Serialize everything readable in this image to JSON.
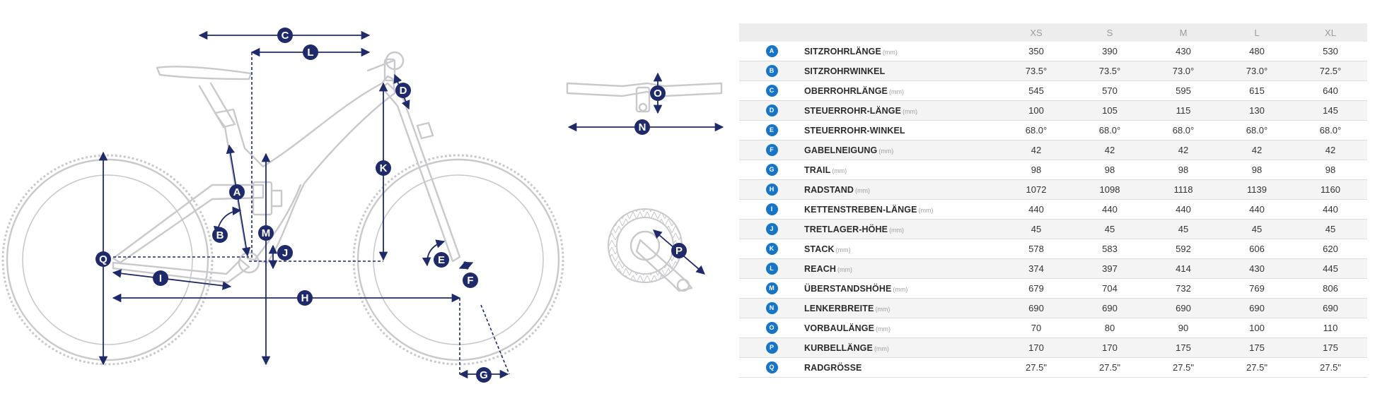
{
  "diagram": {
    "badges": [
      "A",
      "B",
      "C",
      "D",
      "E",
      "F",
      "G",
      "H",
      "I",
      "J",
      "K",
      "L",
      "M",
      "N",
      "O",
      "P",
      "Q"
    ]
  },
  "table": {
    "sizes": [
      "XS",
      "S",
      "M",
      "L",
      "XL"
    ],
    "rows": [
      {
        "key": "A",
        "label": "SITZROHRLÄNGE",
        "unit": "(mm)",
        "values": [
          "350",
          "390",
          "430",
          "480",
          "530"
        ]
      },
      {
        "key": "B",
        "label": "SITZROHRWINKEL",
        "unit": "",
        "values": [
          "73.5°",
          "73.5°",
          "73.0°",
          "73.0°",
          "72.5°"
        ]
      },
      {
        "key": "C",
        "label": "OBERROHRLÄNGE",
        "unit": "(mm)",
        "values": [
          "545",
          "570",
          "595",
          "615",
          "640"
        ]
      },
      {
        "key": "D",
        "label": "STEUERROHR-LÄNGE",
        "unit": "(mm)",
        "values": [
          "100",
          "105",
          "115",
          "130",
          "145"
        ]
      },
      {
        "key": "E",
        "label": "STEUERROHR-WINKEL",
        "unit": "",
        "values": [
          "68.0°",
          "68.0°",
          "68.0°",
          "68.0°",
          "68.0°"
        ]
      },
      {
        "key": "F",
        "label": "GABELNEIGUNG",
        "unit": "(mm)",
        "values": [
          "42",
          "42",
          "42",
          "42",
          "42"
        ]
      },
      {
        "key": "G",
        "label": "TRAIL",
        "unit": "(mm)",
        "values": [
          "98",
          "98",
          "98",
          "98",
          "98"
        ]
      },
      {
        "key": "H",
        "label": "RADSTAND",
        "unit": "(mm)",
        "values": [
          "1072",
          "1098",
          "1118",
          "1139",
          "1160"
        ]
      },
      {
        "key": "I",
        "label": "KETTENSTREBEN-LÄNGE",
        "unit": "(mm)",
        "values": [
          "440",
          "440",
          "440",
          "440",
          "440"
        ]
      },
      {
        "key": "J",
        "label": "TRETLAGER-HÖHE",
        "unit": "(mm)",
        "values": [
          "45",
          "45",
          "45",
          "45",
          "45"
        ]
      },
      {
        "key": "K",
        "label": "STACK",
        "unit": "(mm)",
        "values": [
          "578",
          "583",
          "592",
          "606",
          "620"
        ]
      },
      {
        "key": "L",
        "label": "REACH",
        "unit": "(mm)",
        "values": [
          "374",
          "397",
          "414",
          "430",
          "445"
        ]
      },
      {
        "key": "M",
        "label": "ÜBERSTANDSHÖHE",
        "unit": "(mm)",
        "values": [
          "679",
          "704",
          "732",
          "769",
          "806"
        ]
      },
      {
        "key": "N",
        "label": "LENKERBREITE",
        "unit": "(mm)",
        "values": [
          "690",
          "690",
          "690",
          "690",
          "690"
        ]
      },
      {
        "key": "O",
        "label": "VORBAULÄNGE",
        "unit": "(mm)",
        "values": [
          "70",
          "80",
          "90",
          "100",
          "110"
        ]
      },
      {
        "key": "P",
        "label": "KURBELLÄNGE",
        "unit": "(mm)",
        "values": [
          "170",
          "170",
          "175",
          "175",
          "175"
        ]
      },
      {
        "key": "Q",
        "label": "RADGRÖSSE",
        "unit": "",
        "values": [
          "27.5\"",
          "27.5\"",
          "27.5\"",
          "27.5\"",
          "27.5\""
        ]
      }
    ]
  }
}
